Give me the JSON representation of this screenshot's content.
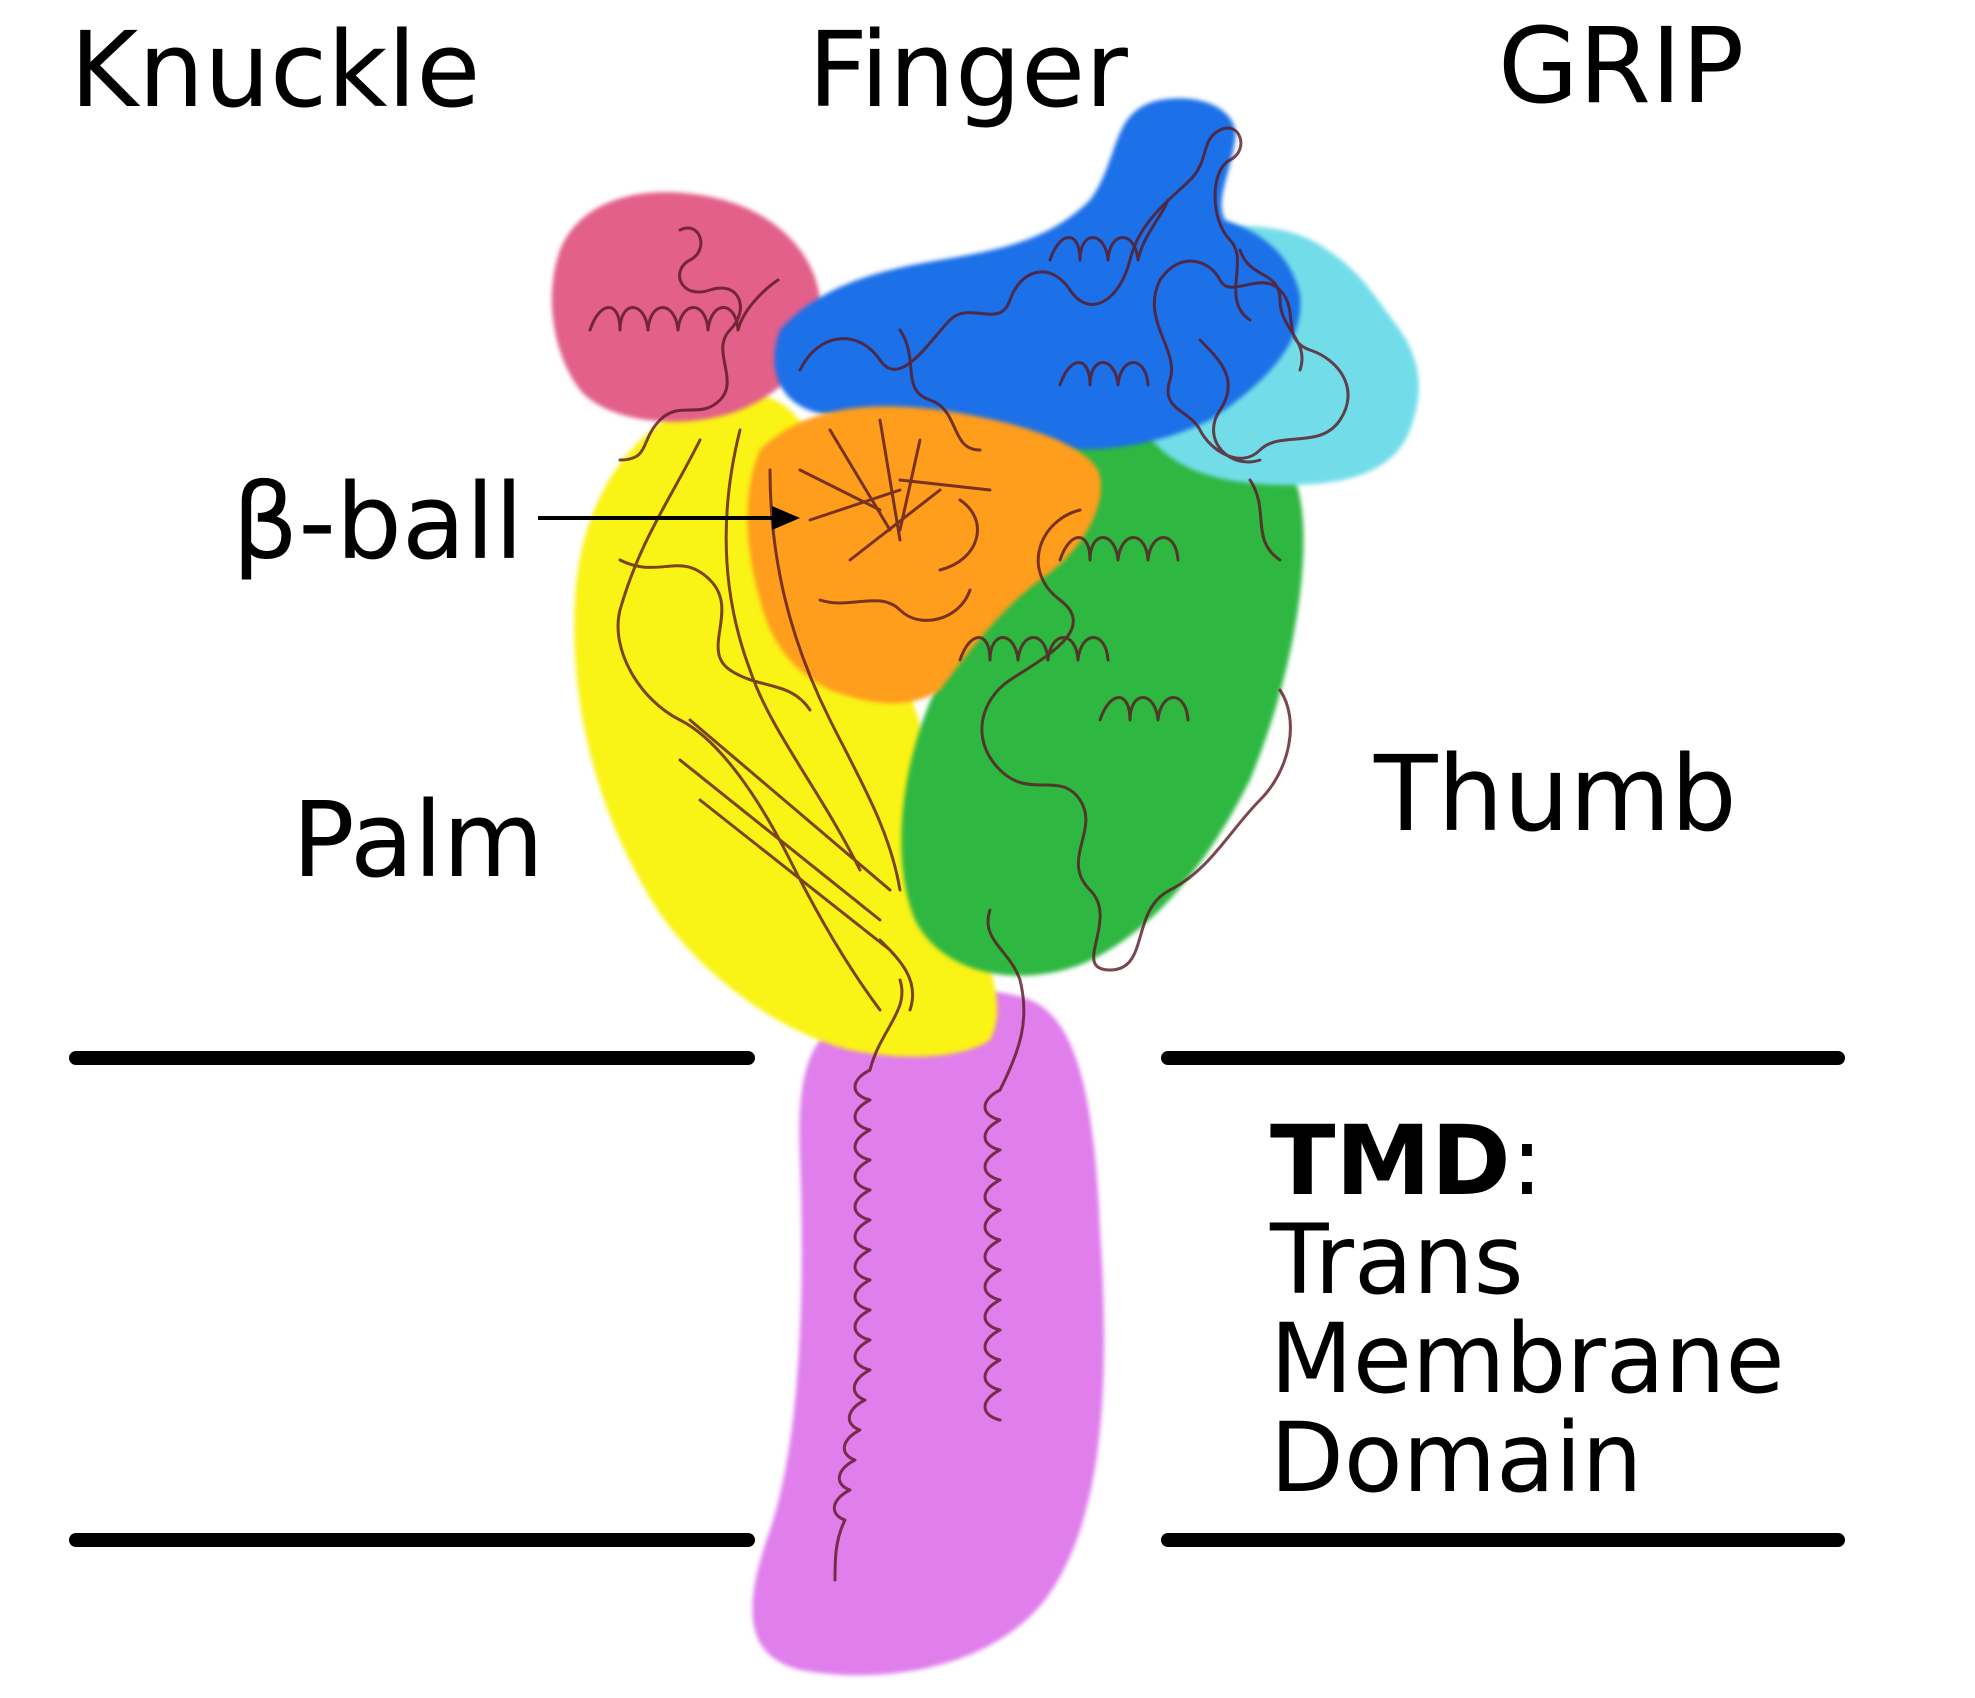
{
  "diagram": {
    "labels": {
      "knuckle": "Knuckle",
      "finger": "Finger",
      "grip": "GRIP",
      "beta_ball": "β-ball",
      "palm": "Palm",
      "thumb": "Thumb"
    },
    "tmd": {
      "abbr": "TMD",
      "colon": ":",
      "line1": "Trans",
      "line2": "Membrane",
      "line3": "Domain"
    },
    "region_colors": {
      "knuckle": "#e2608a",
      "finger": "#1e6fe8",
      "grip": "#72dde9",
      "palm": "#faf314",
      "beta_ball": "#ff9d1f",
      "thumb": "#2fb843",
      "tmd": "#e07eec"
    },
    "ribbon_color": "#5a1822",
    "membrane_line_color": "#000000"
  }
}
